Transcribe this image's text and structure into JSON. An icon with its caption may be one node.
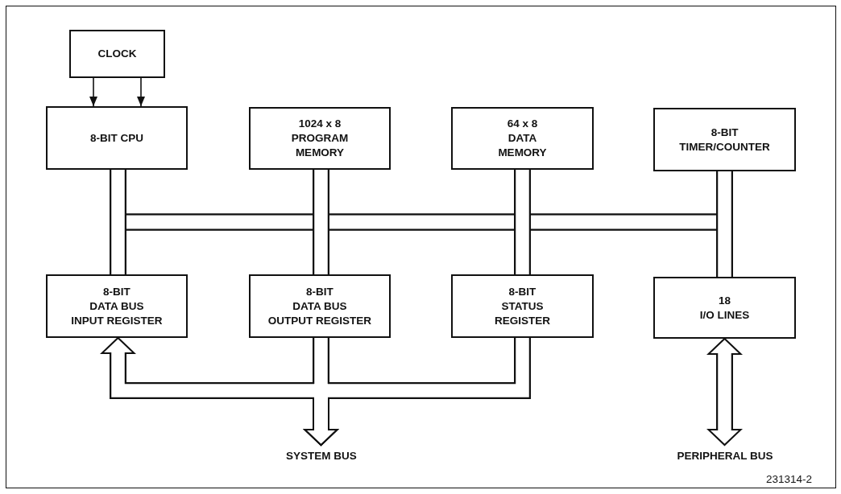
{
  "diagram": {
    "nodes": [
      {
        "text": [
          "CLOCK"
        ]
      },
      {
        "text": [
          "8-BIT CPU"
        ]
      },
      {
        "text": [
          "1024 x 8 PROGRAM MEMORY"
        ]
      },
      {
        "text": [
          "64 x 8 DATA MEMORY"
        ]
      },
      {
        "text": [
          "8-BIT TIMER/COUNTER"
        ]
      },
      {
        "text": [
          "8-BIT DATA BUS INPUT REGISTER"
        ]
      },
      {
        "text": [
          "8-BIT DATA BUS OUTPUT REGISTER"
        ]
      },
      {
        "text": [
          "8-BIT STATUS REGISTER"
        ]
      },
      {
        "text": [
          "18 I/O LINES"
        ]
      },
      {
        "text": [
          "SYSTEM BUS"
        ]
      },
      {
        "text": [
          "PERIPHERAL BUS"
        ]
      }
    ],
    "edges": [
      {
        "from": 0,
        "to": 1,
        "arrow": "to"
      },
      {
        "from": 0,
        "to": 1,
        "arrow": "to"
      },
      {
        "from": 1,
        "to": 5,
        "arrow": "none"
      },
      {
        "from": 2,
        "to": 6,
        "arrow": "none"
      },
      {
        "from": 3,
        "to": 7,
        "arrow": "none"
      },
      {
        "from": 4,
        "to": 8,
        "arrow": "none"
      },
      {
        "from": 1,
        "to": 2,
        "arrow": "none"
      },
      {
        "from": 2,
        "to": 3,
        "arrow": "none"
      },
      {
        "from": 3,
        "to": 4,
        "arrow": "none"
      },
      {
        "from": 5,
        "to": 9,
        "arrow": "both"
      },
      {
        "from": 6,
        "to": 9,
        "arrow": "to"
      },
      {
        "from": 7,
        "to": 9,
        "arrow": "to"
      },
      {
        "from": 8,
        "to": 10,
        "arrow": "both"
      },
      {
        "from": 5,
        "to": 6,
        "arrow": "none"
      },
      {
        "from": 6,
        "to": 7,
        "arrow": "none"
      },
      {
        "from": 7,
        "to": 8,
        "arrow": "none"
      }
    ],
    "labels": [
      "231314-2"
    ]
  }
}
